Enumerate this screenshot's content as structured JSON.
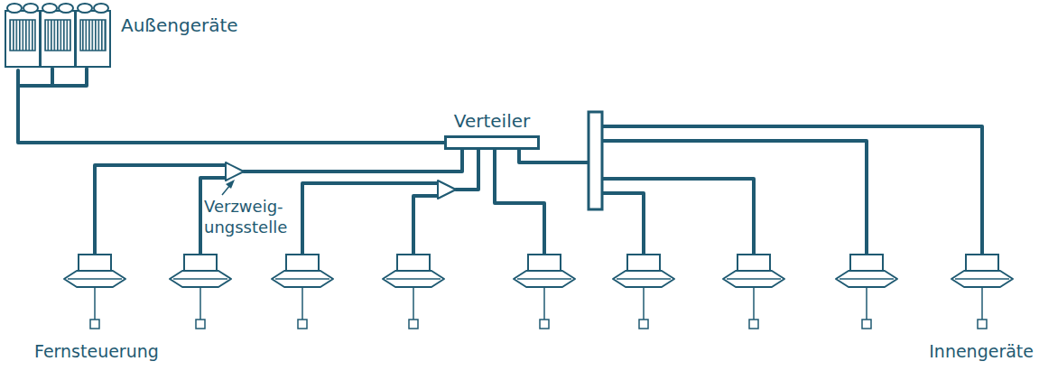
{
  "diagram": {
    "nodes": [
      {
        "text": [
          "Außengeräte"
        ]
      },
      {
        "text": [
          "Verteiler"
        ]
      }
    ],
    "edges": [
      {
        "from": 0,
        "to": 1,
        "arrow": "none"
      }
    ],
    "labels": [
      "Verzweig- ungsstelle",
      "Fernsteuerung",
      "Innengeräte"
    ]
  }
}
